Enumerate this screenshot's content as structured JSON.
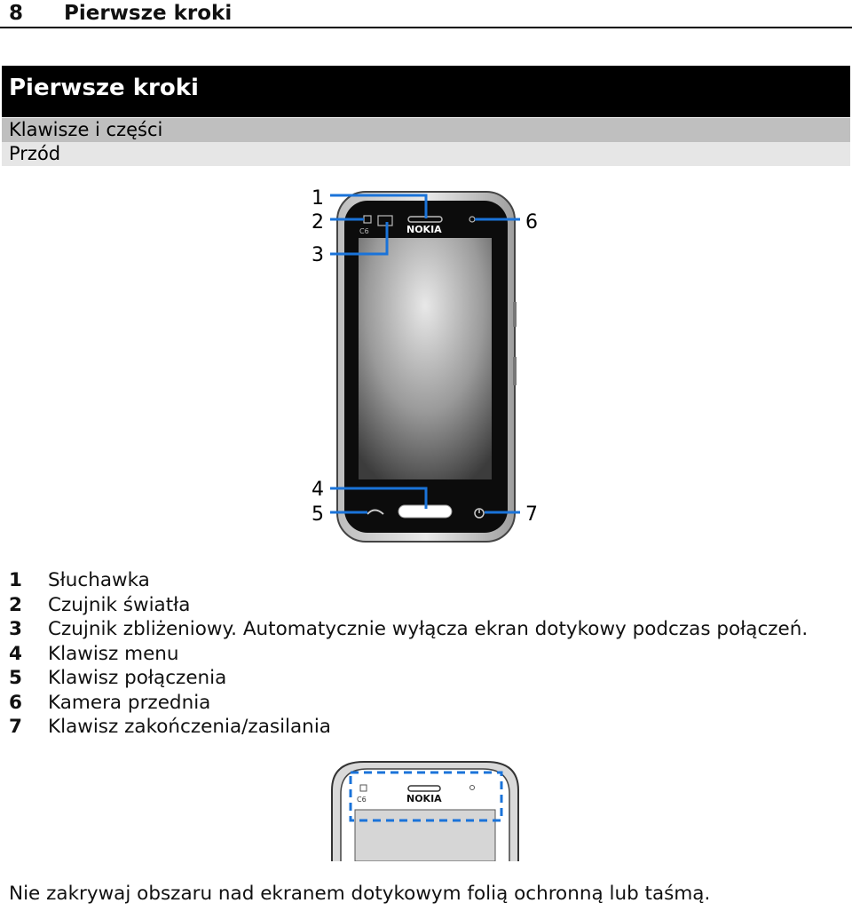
{
  "header": {
    "page_number": "8",
    "running_title": "Pierwsze kroki"
  },
  "chapter_title": "Pierwsze kroki",
  "section_title": "Klawisze i części",
  "subsection_title": "Przód",
  "figure": {
    "brand_text": "NOKIA",
    "model_text": "C6",
    "callouts": [
      "1",
      "2",
      "3",
      "4",
      "5",
      "6",
      "7"
    ]
  },
  "parts": [
    {
      "num": "1",
      "label": "Słuchawka"
    },
    {
      "num": "2",
      "label": "Czujnik światła"
    },
    {
      "num": "3",
      "label": "Czujnik zbliżeniowy. Automatycznie wyłącza ekran dotykowy podczas połączeń."
    },
    {
      "num": "4",
      "label": "Klawisz menu"
    },
    {
      "num": "5",
      "label": "Klawisz połączenia"
    },
    {
      "num": "6",
      "label": "Kamera przednia"
    },
    {
      "num": "7",
      "label": "Klawisz zakończenia/zasilania"
    }
  ],
  "top_figure": {
    "brand_text": "NOKIA",
    "model_text": "C6"
  },
  "note": "Nie zakrywaj obszaru nad ekranem dotykowym folią ochronną lub taśmą.",
  "colors": {
    "callout_line": "#1a73d9",
    "bar_dark": "#000000",
    "bar_mid": "#bfbfbf",
    "bar_light": "#e6e6e6"
  }
}
